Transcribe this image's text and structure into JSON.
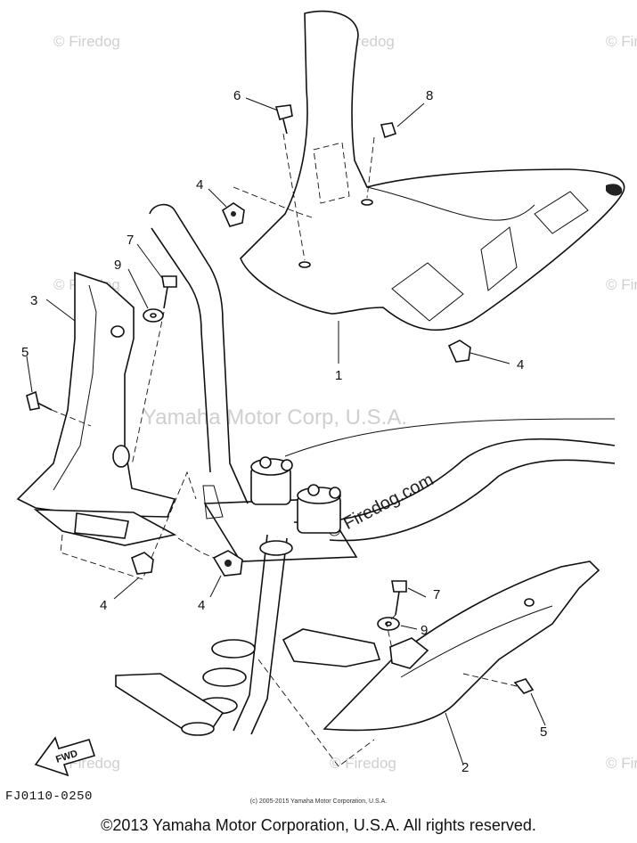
{
  "watermarks": {
    "center": "Yamaha Motor Corp, U.S.A.",
    "brand": "© Firedog.com",
    "small": "© Firedog"
  },
  "labels": [
    {
      "id": "p1",
      "text": "1"
    },
    {
      "id": "p2",
      "text": "2"
    },
    {
      "id": "p3",
      "text": "3"
    },
    {
      "id": "p4a",
      "text": "4"
    },
    {
      "id": "p4b",
      "text": "4"
    },
    {
      "id": "p4c",
      "text": "4"
    },
    {
      "id": "p4d",
      "text": "4"
    },
    {
      "id": "p5a",
      "text": "5"
    },
    {
      "id": "p5b",
      "text": "5"
    },
    {
      "id": "p6",
      "text": "6"
    },
    {
      "id": "p7a",
      "text": "7"
    },
    {
      "id": "p7b",
      "text": "7"
    },
    {
      "id": "p8",
      "text": "8"
    },
    {
      "id": "p9a",
      "text": "9"
    },
    {
      "id": "p9b",
      "text": "9"
    }
  ],
  "fwd_label": "FWD",
  "diagram_code": "FJ0110-0250",
  "small_copyright": "(c) 2005-2015 Yamaha Motor Corporation, U.S.A.",
  "footer_copyright": "©2013 Yamaha Motor Corporation, U.S.A. All rights reserved."
}
